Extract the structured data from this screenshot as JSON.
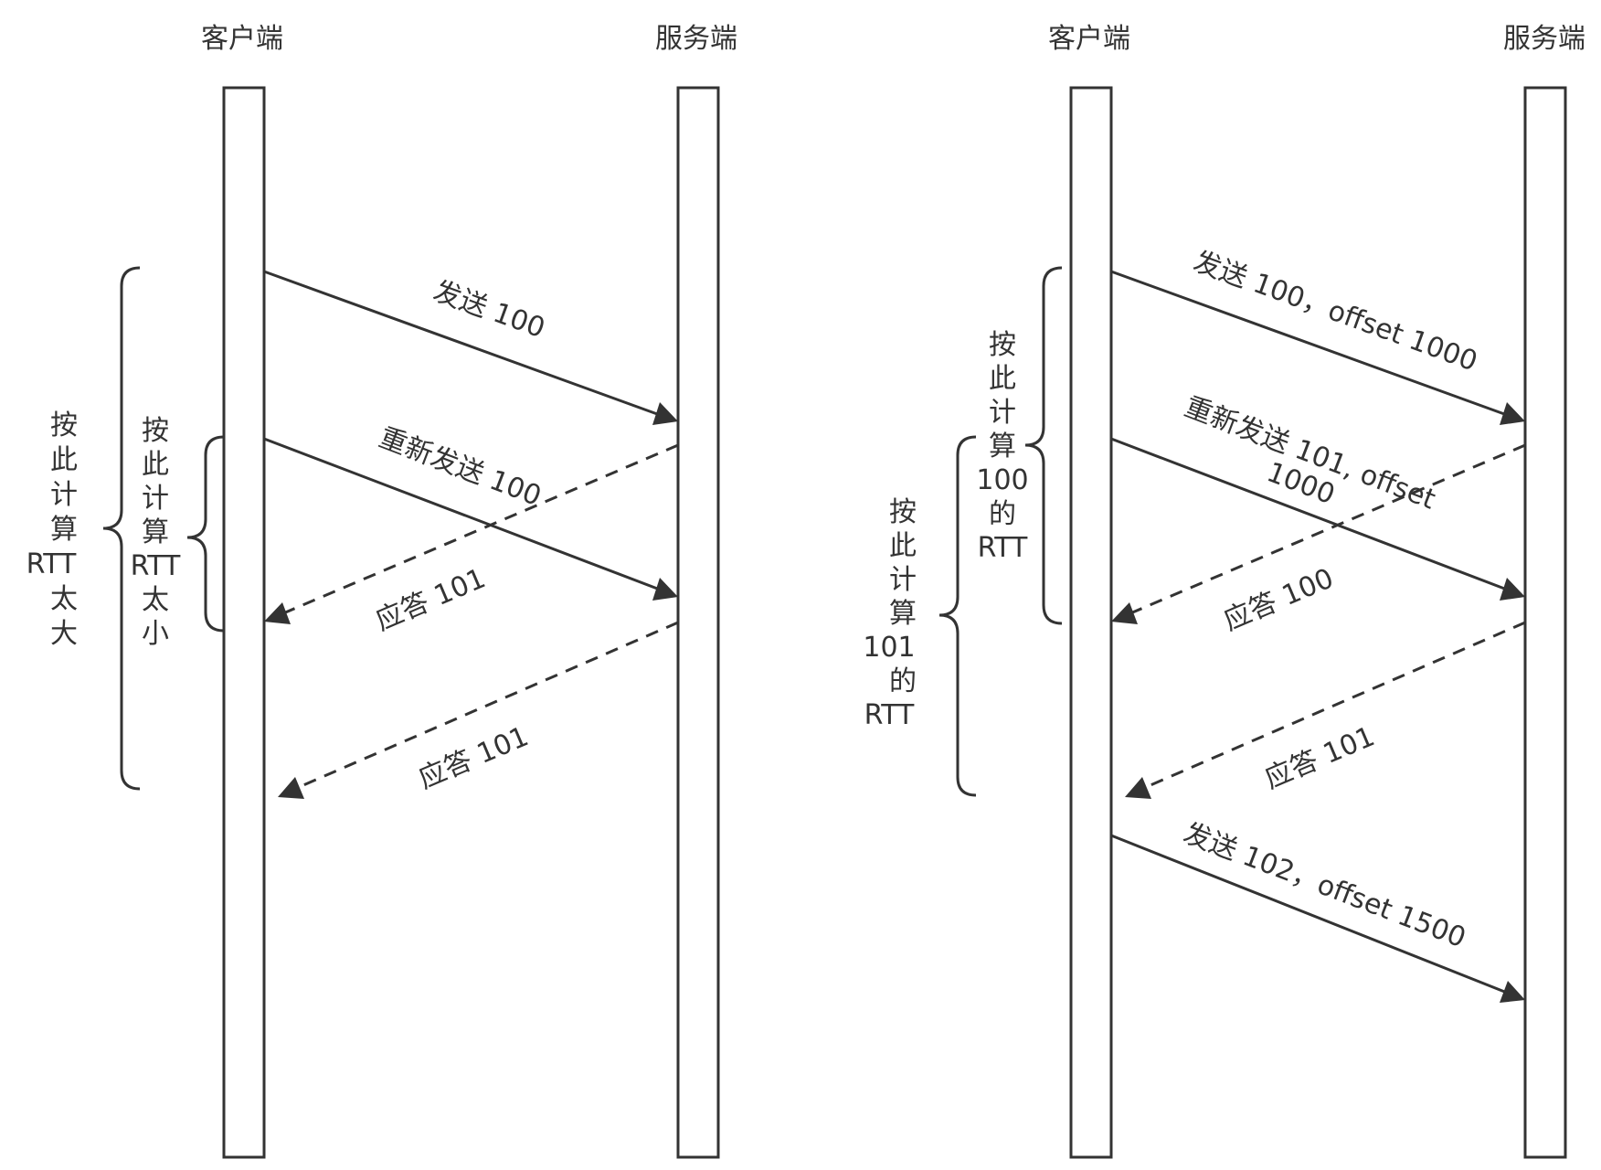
{
  "panel_left": {
    "client_label": "客户端",
    "server_label": "服务端",
    "messages": [
      {
        "label": "发送 100"
      },
      {
        "label": "重新发送 100"
      },
      {
        "label": "应答 101"
      },
      {
        "label": "应答 101"
      }
    ],
    "brace_outer": {
      "lines": [
        "按",
        "此",
        "计",
        "算",
        "RTT",
        "太",
        "大"
      ]
    },
    "brace_inner": {
      "lines": [
        "按",
        "此",
        "计",
        "算",
        "RTT",
        "太",
        "小"
      ]
    }
  },
  "panel_right": {
    "client_label": "客户端",
    "server_label": "服务端",
    "messages": [
      {
        "label": "发送 100，offset 1000"
      },
      {
        "label_line1": "重新发送 101, offset",
        "label_line2": "1000"
      },
      {
        "label": "应答 100"
      },
      {
        "label": "应答 101"
      },
      {
        "label": "发送 102，offset 1500"
      }
    ],
    "brace_top": {
      "lines": [
        "按",
        "此",
        "计",
        "算",
        "100",
        "的",
        "RTT"
      ]
    },
    "brace_bottom": {
      "lines": [
        "按",
        "此",
        "计",
        "算",
        "101",
        "的",
        "RTT"
      ]
    }
  },
  "colors": {
    "stroke": "#333333",
    "background": "#ffffff"
  }
}
